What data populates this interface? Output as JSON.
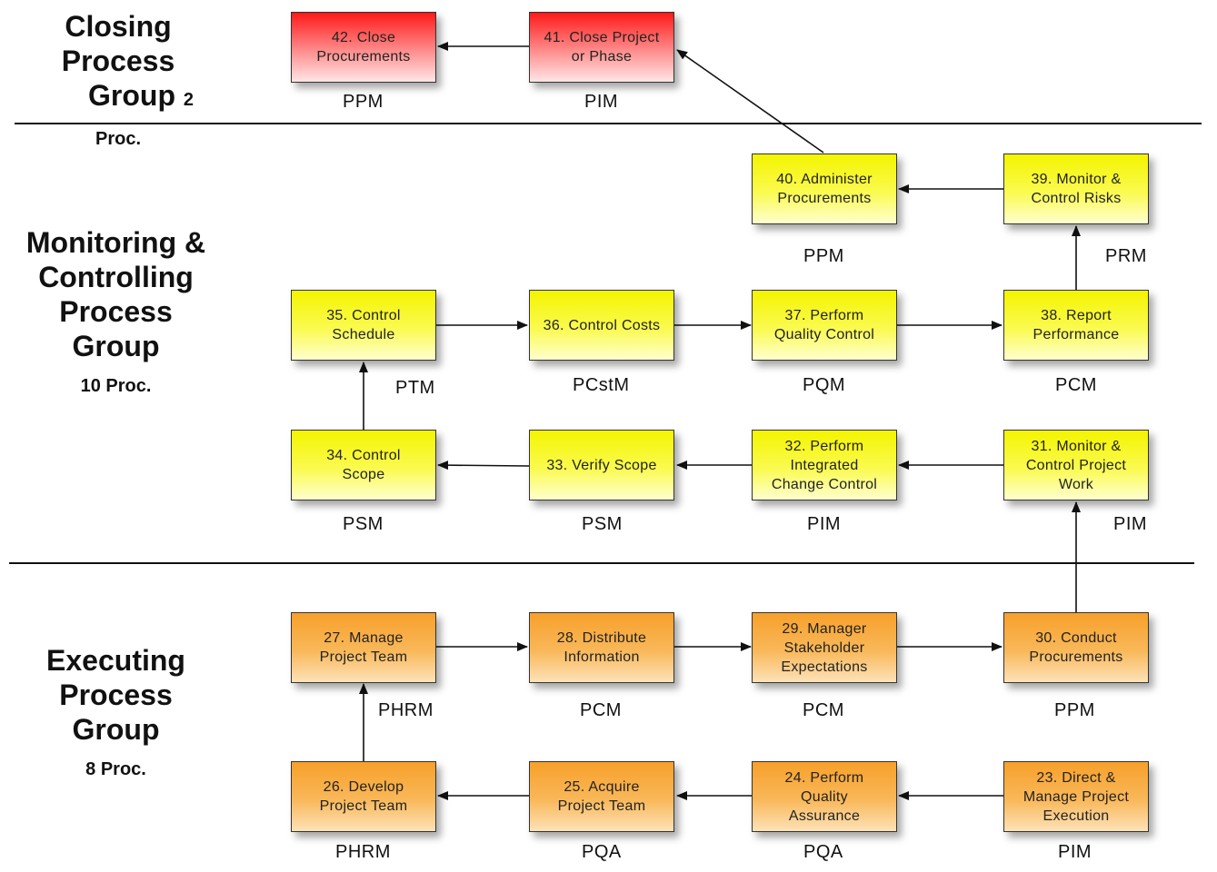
{
  "groups": {
    "closing": {
      "title_lines": [
        "Closing",
        "Process",
        "Group"
      ],
      "count": "2 Proc."
    },
    "monitoring": {
      "title_lines": [
        "Monitoring &",
        "Controlling",
        "Process",
        "Group"
      ],
      "count": "10 Proc."
    },
    "executing": {
      "title_lines": [
        "Executing",
        "Process",
        "Group"
      ],
      "count": "8 Proc."
    }
  },
  "processes": [
    {
      "label": "42. Close\nProcurements",
      "area": "PPM",
      "color": "red"
    },
    {
      "label": "41. Close Project\nor Phase",
      "area": "PIM",
      "color": "red"
    },
    {
      "label": "40. Administer\nProcurements",
      "area": "PPM",
      "color": "yellow"
    },
    {
      "label": "39. Monitor &\nControl Risks",
      "area": "PRM",
      "color": "yellow"
    },
    {
      "label": "35. Control\nSchedule",
      "area": "PTM",
      "color": "yellow"
    },
    {
      "label": "36. Control Costs",
      "area": "PCstM",
      "color": "yellow"
    },
    {
      "label": "37. Perform\nQuality Control",
      "area": "PQM",
      "color": "yellow"
    },
    {
      "label": "38. Report\nPerformance",
      "area": "PCM",
      "color": "yellow"
    },
    {
      "label": "34. Control\nScope",
      "area": "PSM",
      "color": "yellow"
    },
    {
      "label": "33. Verify Scope",
      "area": "PSM",
      "color": "yellow"
    },
    {
      "label": "32. Perform\nIntegrated\nChange Control",
      "area": "PIM",
      "color": "yellow"
    },
    {
      "label": "31. Monitor &\nControl Project\nWork",
      "area": "PIM",
      "color": "yellow"
    },
    {
      "label": "27. Manage\nProject Team",
      "area": "PHRM",
      "color": "orange"
    },
    {
      "label": "28. Distribute\nInformation",
      "area": "PCM",
      "color": "orange"
    },
    {
      "label": "29. Manager\nStakeholder\nExpectations",
      "area": "PCM",
      "color": "orange"
    },
    {
      "label": "30. Conduct\nProcurements",
      "area": "PPM",
      "color": "orange"
    },
    {
      "label": "26. Develop\nProject Team",
      "area": "PHRM",
      "color": "orange"
    },
    {
      "label": "25. Acquire\nProject Team",
      "area": "PQA",
      "color": "orange"
    },
    {
      "label": "24. Perform\nQuality\nAssurance",
      "area": "PQA",
      "color": "orange"
    },
    {
      "label": "23. Direct &\nManage Project\nExecution",
      "area": "PIM",
      "color": "orange"
    }
  ]
}
